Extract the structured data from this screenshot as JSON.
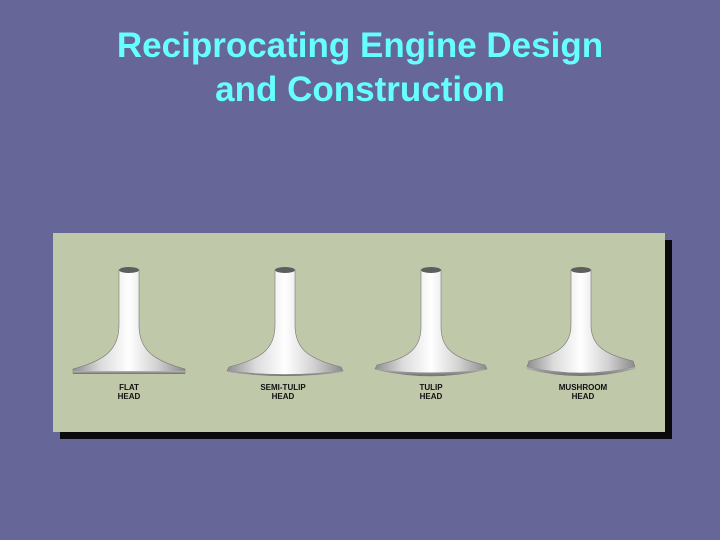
{
  "slide": {
    "title_line1": "Reciprocating Engine Design",
    "title_line2": "and Construction",
    "title_color": "#66ffff",
    "background_color": "#666699"
  },
  "figure": {
    "panel_color": "#c0c8aa",
    "valves": [
      {
        "label_line1": "FLAT",
        "label_line2": "HEAD",
        "head_type": "flat"
      },
      {
        "label_line1": "SEMI-TULIP",
        "label_line2": "HEAD",
        "head_type": "semi-tulip"
      },
      {
        "label_line1": "TULIP",
        "label_line2": "HEAD",
        "head_type": "tulip"
      },
      {
        "label_line1": "MUSHROOM",
        "label_line2": "HEAD",
        "head_type": "mushroom"
      }
    ]
  }
}
